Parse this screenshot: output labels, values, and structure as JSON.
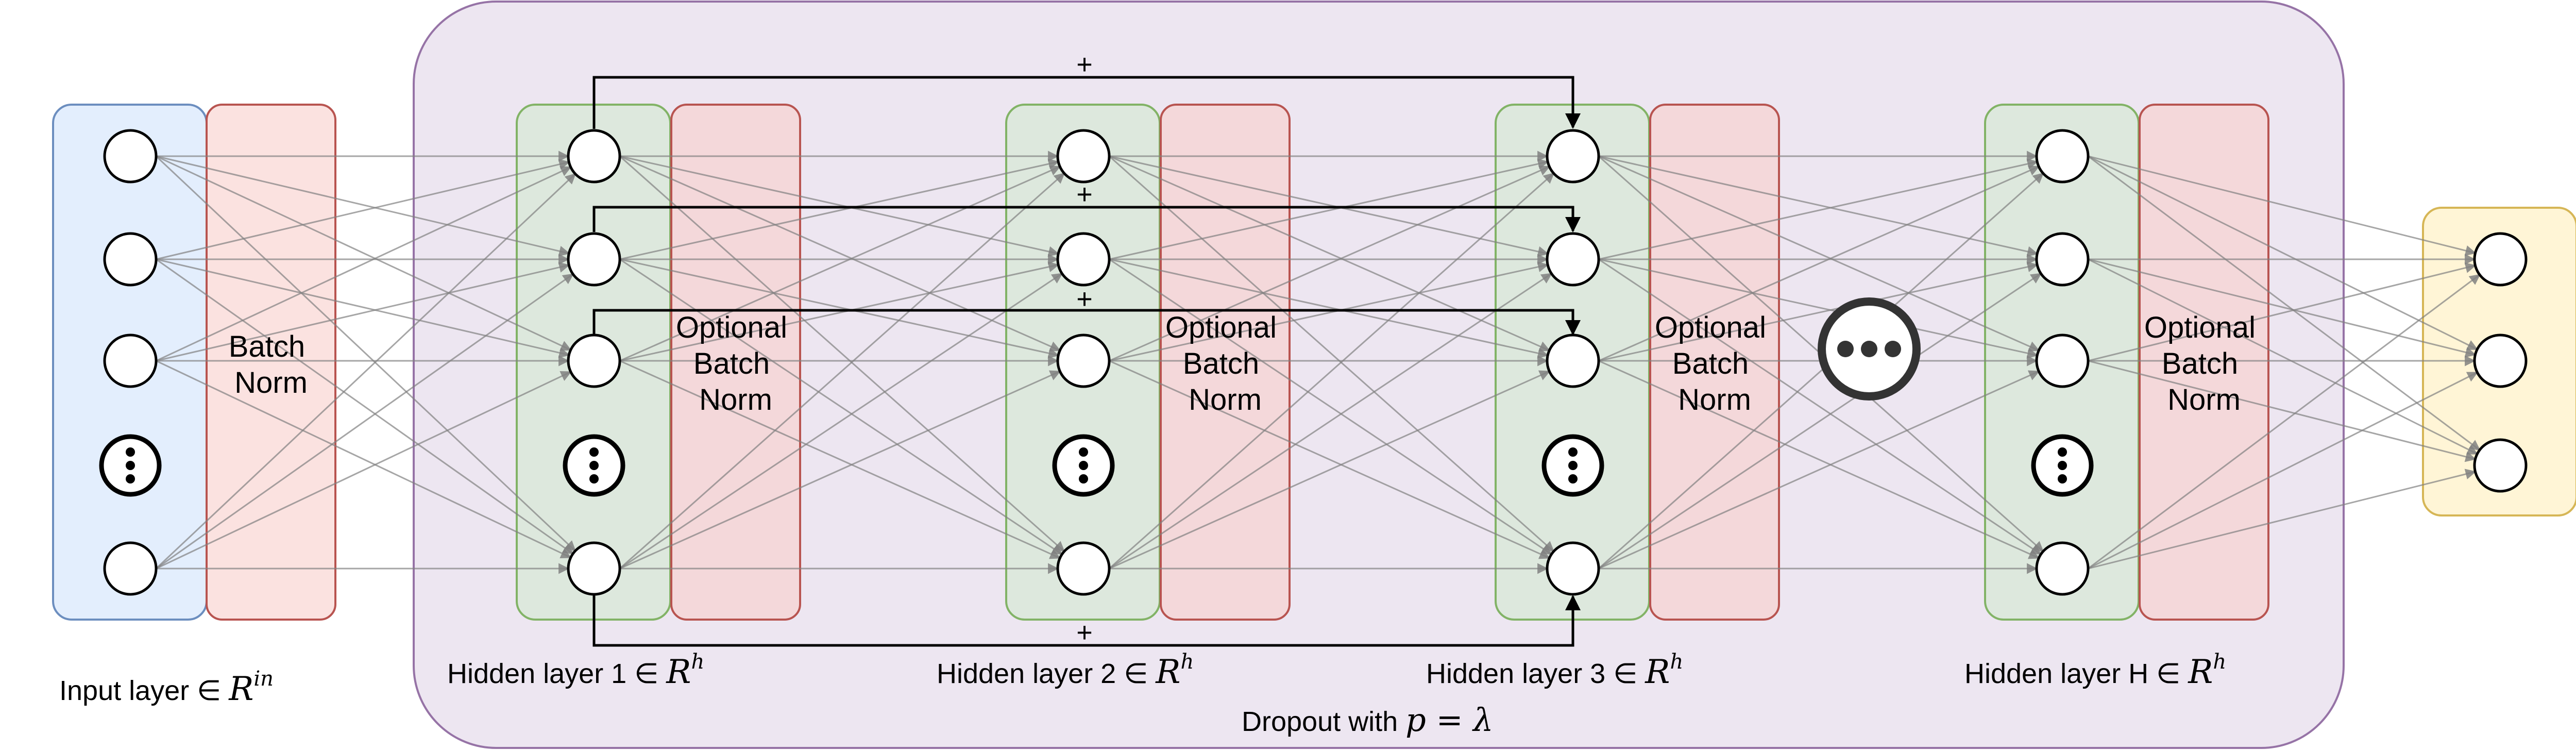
{
  "colors": {
    "input_fill": "#dae8fc",
    "input_stroke": "#6c8ebf",
    "bn_fill": "#f8cecc",
    "bn_stroke": "#b85450",
    "hidden_fill": "#d5e8d4",
    "hidden_stroke": "#82b366",
    "dropout_fill": "#e1d5e7",
    "dropout_stroke": "#9673a6",
    "output_fill": "#fff2cc",
    "output_stroke": "#d6b656",
    "edge": "#808080",
    "skip": "#000000"
  },
  "dropout": {
    "label_text": "Dropout with",
    "label_math": "p = λ"
  },
  "batch_norm": {
    "line1": "Batch",
    "line2": "Norm"
  },
  "optional_batch_norm": {
    "line1": "Optional",
    "line2": "Batch",
    "line3": "Norm"
  },
  "layers": {
    "input": {
      "text": "Input layer ∈ ",
      "math": "R",
      "sup": "in"
    },
    "hidden1": {
      "text": "Hidden layer 1 ∈ ",
      "math": "R",
      "sup": "h"
    },
    "hidden2": {
      "text": "Hidden layer 2 ∈ ",
      "math": "R",
      "sup": "h"
    },
    "hidden3": {
      "text": "Hidden layer 3 ∈ ",
      "math": "R",
      "sup": "h"
    },
    "hiddenH": {
      "text": "Hidden layer H ∈ ",
      "math": "R",
      "sup": "h"
    }
  },
  "skip_connections": {
    "symbol": "+"
  },
  "icons": {
    "vertical_ellipsis": "vertical-ellipsis-icon",
    "horizontal_ellipsis": "horizontal-ellipsis-icon"
  }
}
